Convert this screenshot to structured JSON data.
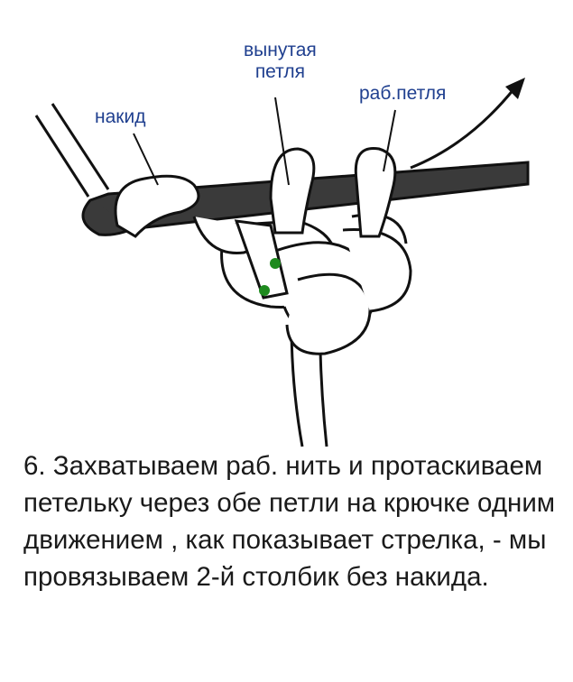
{
  "labels": {
    "nakid": "накид",
    "vynutaya_line1": "вынутая",
    "vynutaya_line2": "петля",
    "rab_petlya": "раб.петля"
  },
  "caption": "6. Захватываем раб. нить и протаскиваем петельку через обе петли на крючке одним движением , как показывает стрелка, - мы провязываем 2-й столбик без накида.",
  "colors": {
    "label_text": "#1f3f8f",
    "hook": "#3a3a3a",
    "outline": "#111111",
    "marker": "#1e8a1e",
    "caption_text": "#1a1a1a"
  },
  "icons": [
    "crochet-hook-icon",
    "arrow-icon",
    "stitch-marker-icon"
  ]
}
